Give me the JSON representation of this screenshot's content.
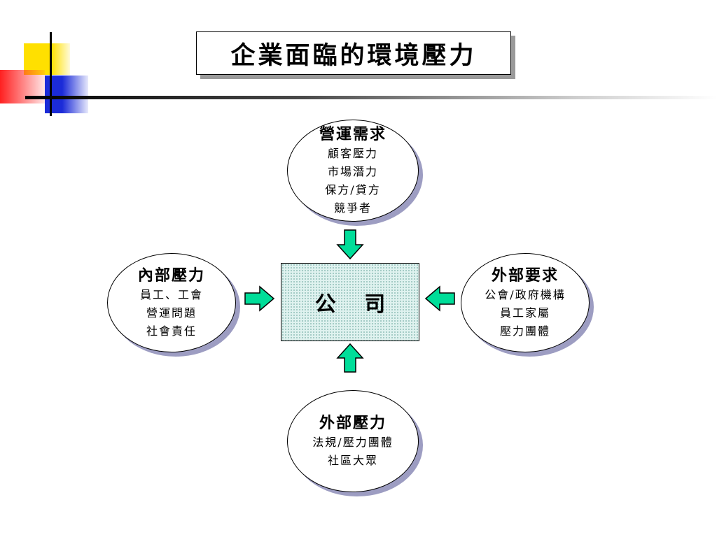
{
  "title": "企業面臨的環境壓力",
  "center": {
    "label": "公　 司"
  },
  "nodes": {
    "top": {
      "head": "營運需求",
      "lines": [
        "顧客壓力",
        "市場潛力",
        "保方/貸方",
        "競爭者"
      ]
    },
    "left": {
      "head": "內部壓力",
      "lines": [
        "員工、工會",
        "營運問題",
        "社會責任"
      ]
    },
    "right": {
      "head": "外部要求",
      "lines": [
        "公會/政府機構",
        "員工家屬",
        "壓力團體"
      ]
    },
    "bottom": {
      "head": "外部壓力",
      "lines": [
        "法規/壓力團體",
        "社區大眾"
      ]
    }
  },
  "colors": {
    "arrow_fill": "#00dd99",
    "circle_shadow": "#9d9dc2",
    "company_fill": "#dff2ef",
    "deco_yellow": "#ffe000",
    "deco_red": "#ff2020",
    "deco_blue": "#1b2bd8"
  }
}
